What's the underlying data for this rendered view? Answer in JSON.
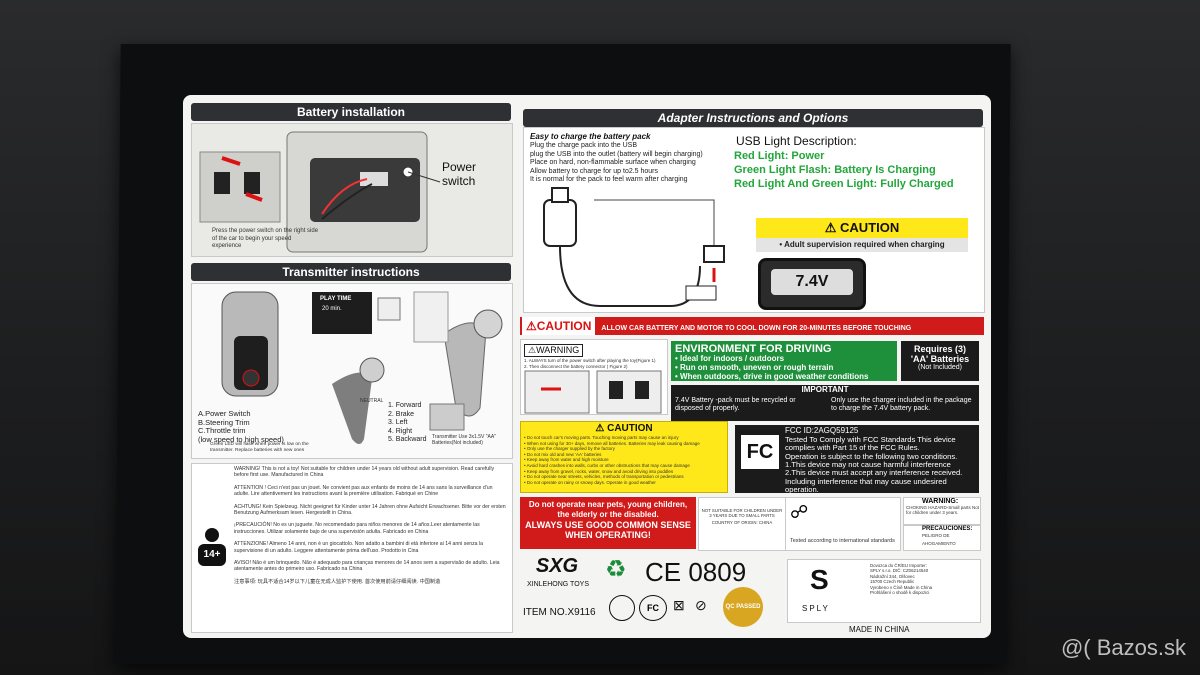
{
  "battery": {
    "title": "Battery installation",
    "power_switch": "Power switch",
    "note": "Press the power switch on the right side of the car to begin your speed experience"
  },
  "transmitter": {
    "title": "Transmitter instructions",
    "play_time": "PLAY TIME",
    "play_min": "20 min.",
    "legend": [
      "A.Power Switch",
      "B.Steering Trim",
      "C.Throttle trim",
      "(low speed to high speed)"
    ],
    "directions": [
      "1. Forward",
      "2. Brake",
      "3. Left",
      "4. Right",
      "5. Backward"
    ],
    "neutral": "NEUTRAL",
    "led_note": "Green LED will flash when power is low on the transmitter. Replace batteries with new ones",
    "aa_note": "Transmitter Use 3x1.5V \"AA\" Batteries(Not included)"
  },
  "adapter": {
    "title": "Adapter Instructions and Options",
    "subtitle": "Easy to charge the battery pack",
    "steps": [
      "Plug the charge pack into the USB",
      "plug the USB into the outlet (battery will begin charging)",
      "Place on hard, non-flammable surface when charging",
      "Allow battery to charge for up to2.5 hours",
      "It is normal for the pack to feel warm after charging"
    ],
    "usb_title": "USB Light Description:",
    "red_light": "Red Light: Power",
    "green_flash": "Green Light Flash: Battery Is Charging",
    "both_lights": "Red Light And Green Light: Fully Charged",
    "caution_title": "CAUTION",
    "caution_text": "• Adult supervision required when charging",
    "battery_label": "7.4V"
  },
  "cool_down": {
    "caution": "CAUTION",
    "text": "ALLOW CAR BATTERY AND MOTOR TO COOL DOWN FOR 20-MINUTES BEFORE TOUCHING"
  },
  "warning_box": {
    "title": "WARNING",
    "lines": [
      "1. ALWAYS turn of the power switch after playing the toy(Figure 1)",
      "2. Then disconnect the battery connector ( Figure 2)"
    ],
    "fig1": "1",
    "fig2": "2"
  },
  "environment": {
    "title": "ENVIRONMENT FOR DRIVING",
    "items": [
      "• Ideal for indoors / outdoors",
      "• Run on smooth, uneven or rough terrain",
      "• When outdoors, drive in good weather conditions"
    ],
    "requires": "Requires",
    "req_count": "(3)",
    "aa_batteries": "'AA' Batteries",
    "not_included": "(Not Included)"
  },
  "important": {
    "title": "IMPORTANT",
    "left": "7.4V Battery -pack must be recycled or disposed of properly.",
    "right": "Only use the charger included in the package to charge the 7.4V battery pack."
  },
  "caution_small": {
    "title": "CAUTION",
    "lines": [
      "• Do not touch car's moving parts. Touching moving parts may cause an injury",
      "• When not using for 30+ days, remove all batteries. Batteries may leak causing damage",
      "• Only use the charger supplied by the factory",
      "• Do not mix old and new 'AA' batteries",
      "• Keep away from water and high moisture",
      "• Avoid hard crashes into walls, curbs or other obstructions that may cause damage",
      "• Keep away from gravel, rocks, water, snow and avoid driving into puddles",
      "• Do not operate near streets, vehicles, methods of transportation or pedestrians",
      "• Do not operate on rainy or snowy days. Operate in good weather"
    ]
  },
  "fcc": {
    "logo": "FC",
    "id": "FCC ID:2AGQ59125",
    "lines": [
      "Tested To Comply with FCC Standards This device",
      "complies with Part 15 of the FCC Rules.",
      "Operation is subject to the following two conditions.",
      "1.This device may not cause harmful interference",
      "2.This device must accept any interference received.",
      "Including interference that may cause undesired",
      "operation."
    ]
  },
  "warnings_multi": {
    "lines": [
      "WARNING! This is not a toy! Not suitable for children under 14 years old without adult supervision. Read carefully before first use. Manufactured in China",
      "ATTENTION ! Ceci n'est pas un jouet. Ne convient pas aux enfants de moins de 14 ans sans la surveillance d'un adulte. Lire attentivement les instructions avant la première utilisation. Fabriqué en Chine",
      "ACHTUNG! Kein Spielzeug. Nicht geeignet für Kinder unter 14 Jahren ohne Aufsicht Erwachsener. Bitte vor der ersten Benutzung Aufmerksam lesen. Hergestellt in China.",
      "¡PRECAUCIÓN! No es un juguete. No recomendado para niños menores de 14 años.Leer atentamente las instrucciones. Utilizar solamente bajo de una supervisión adulta. Fabricado en China",
      "ATTENZIONE! Almeno 14 anni, non è un giocattolo. Non adatto a bambini di età inferiore ai 14 anni senza la supervisione di un adulto. Leggere attentamente prima dell'uso. Prodotto in Cina",
      "AVISO! Não é um brinquedo. Não é adequado para crianças menores de 14 anos sem a supervisão de adulto. Leia atentamente antes do primeiro uso. Fabricado na China",
      "注意事項: 玩具不适合14岁以下儿童在无成人监护下使用. 首次使用前请仔细阅读. 中国制造"
    ],
    "age": "14+"
  },
  "pets_warning": {
    "line1": "Do not operate near pets, young children,",
    "line2": "the elderly or the disabled.",
    "line3": "ALWAYS USE GOOD COMMON SENSE",
    "line4": "WHEN OPERATING!"
  },
  "brand": {
    "logo": "SXG",
    "name": "XINLEHONG TOYS",
    "ce": "CE 0809",
    "item": "ITEM NO.X9116",
    "qc_badge": "QC PASSED"
  },
  "small_parts": {
    "left": "NOT SUITABLE FOR CHILDREN UNDER 3 YEARS DUE TO SMALL PARTS",
    "origin": "COUNTRY OF ORIGIN: CHINA",
    "standard": "Tested according to international standards",
    "warning_title": "WARNING:",
    "warning_text": "CHOKING HAZARD-Small parts Not for children under 3 years.",
    "precaution_title": "PRECAUCIONES:",
    "precaution_text": "PELIGRO DE AHOGAMIENTO"
  },
  "distributor": {
    "logo": "S",
    "name": "SPLY",
    "lines": [
      "Dovozca do ČR/EU Importer:",
      "SPLY s.r.o. DIČ: CZ06214540",
      "Nádražní 344, Olšovec",
      "15700 Czech Republic",
      "Vyrobeno v Číně Made in China",
      "Prohlášení o shodě k dispozici"
    ],
    "made_in": "MADE IN CHINA"
  },
  "watermark": "@( Bazos.sk"
}
